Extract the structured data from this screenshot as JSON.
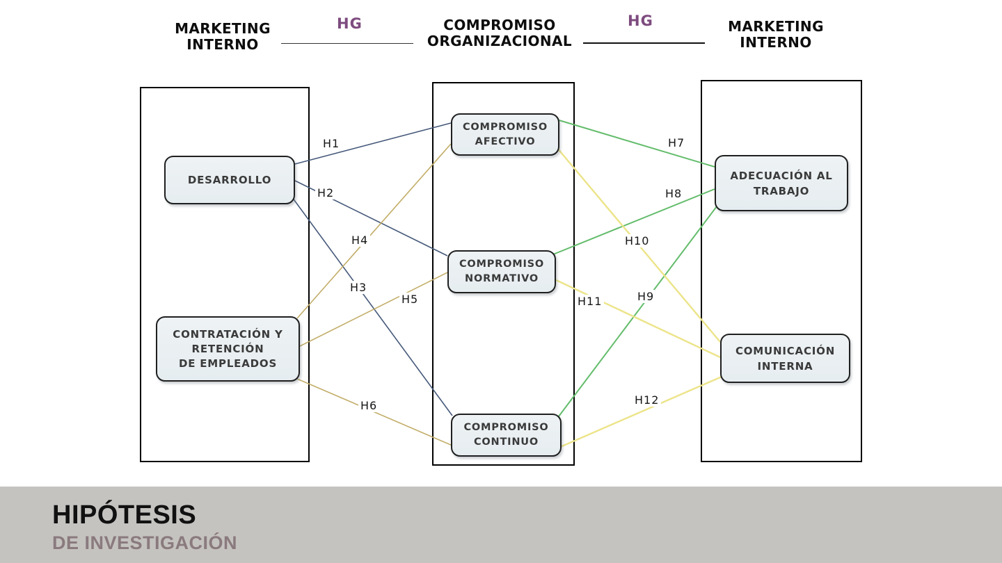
{
  "header": {
    "left": {
      "line1": "MARKETING",
      "line2": "INTERNO"
    },
    "center": {
      "line1": "COMPROMISO",
      "line2": "ORGANIZACIONAL"
    },
    "right": {
      "line1": "MARKETING",
      "line2": "INTERNO"
    },
    "hg_left": "HG",
    "hg_right": "HG"
  },
  "nodes": {
    "desarrollo": {
      "line1": "DESARROLLO"
    },
    "contratacion": {
      "line1": "CONTRATACIÓN Y",
      "line2": "RETENCIÓN",
      "line3": "DE EMPLEADOS"
    },
    "afectivo": {
      "line1": "COMPROMISO",
      "line2": "AFECTIVO"
    },
    "normativo": {
      "line1": "COMPROMISO",
      "line2": "NORMATIVO"
    },
    "continuo": {
      "line1": "COMPROMISO",
      "line2": "CONTINUO"
    },
    "adecuacion": {
      "line1": "ADECUACIÓN AL",
      "line2": "TRABAJO"
    },
    "comunicacion": {
      "line1": "COMUNICACIÓN",
      "line2": "INTERNA"
    }
  },
  "edges": [
    {
      "id": "H1",
      "from": "DESARROLLO",
      "to": "COMPROMISO AFECTIVO",
      "color": "#46597a"
    },
    {
      "id": "H2",
      "from": "DESARROLLO",
      "to": "COMPROMISO NORMATIVO",
      "color": "#46597a"
    },
    {
      "id": "H3",
      "from": "DESARROLLO",
      "to": "COMPROMISO CONTINUO",
      "color": "#46597a"
    },
    {
      "id": "H4",
      "from": "CONTRATACIÓN Y RETENCIÓN DE EMPLEADOS",
      "to": "COMPROMISO AFECTIVO",
      "color": "#c2ad68"
    },
    {
      "id": "H5",
      "from": "CONTRATACIÓN Y RETENCIÓN DE EMPLEADOS",
      "to": "COMPROMISO NORMATIVO",
      "color": "#c2ad68"
    },
    {
      "id": "H6",
      "from": "CONTRATACIÓN Y RETENCIÓN DE EMPLEADOS",
      "to": "COMPROMISO CONTINUO",
      "color": "#c2ad68"
    },
    {
      "id": "H7",
      "from": "COMPROMISO AFECTIVO",
      "to": "ADECUACIÓN AL TRABAJO",
      "color": "#63bc6b"
    },
    {
      "id": "H8",
      "from": "COMPROMISO NORMATIVO",
      "to": "ADECUACIÓN AL TRABAJO",
      "color": "#63bc6b"
    },
    {
      "id": "H9",
      "from": "COMPROMISO CONTINUO",
      "to": "ADECUACIÓN AL TRABAJO",
      "color": "#63bc6b"
    },
    {
      "id": "H10",
      "from": "COMPROMISO AFECTIVO",
      "to": "COMUNICACIÓN INTERNA",
      "color": "#ece489"
    },
    {
      "id": "H11",
      "from": "COMPROMISO NORMATIVO",
      "to": "COMUNICACIÓN INTERNA",
      "color": "#ece489"
    },
    {
      "id": "H12",
      "from": "COMPROMISO CONTINUO",
      "to": "COMUNICACIÓN INTERNA",
      "color": "#ece489"
    }
  ],
  "footer": {
    "title": "HIPÓTESIS",
    "subtitle": "DE INVESTIGACIÓN"
  }
}
